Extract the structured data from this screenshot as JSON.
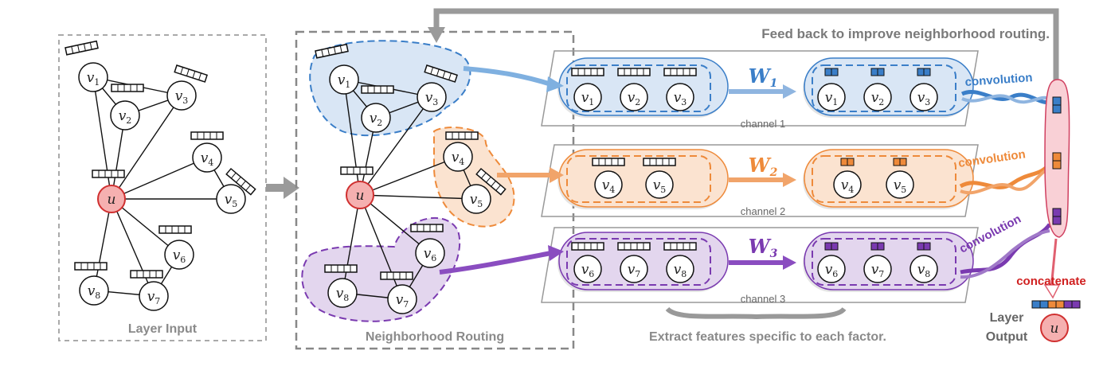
{
  "panels": {
    "layer_input": "Layer Input",
    "routing": "Neighborhood Routing",
    "extract": "Extract features specific to each factor.",
    "feedback": "Feed back to improve neighborhood routing."
  },
  "nodes": {
    "u": "u",
    "v1": "1",
    "v2": "2",
    "v3": "3",
    "v4": "4",
    "v5": "5",
    "v6": "6",
    "v7": "7",
    "v8": "8",
    "v_letter": "v"
  },
  "channels": [
    {
      "label": "channel 1",
      "weight": "W",
      "weight_sub": "1",
      "conv": "convolution",
      "color": "#3a7ec8",
      "fill": "#d9e6f5"
    },
    {
      "label": "channel 2",
      "weight": "W",
      "weight_sub": "2",
      "conv": "convolution",
      "color": "#ee8a3a",
      "fill": "#fbe3d0"
    },
    {
      "label": "channel 3",
      "weight": "W",
      "weight_sub": "3",
      "conv": "convolution",
      "color": "#7a3ab0",
      "fill": "#e3d6ee"
    }
  ],
  "output": {
    "concatenate": "concatenate",
    "layer": "Layer",
    "output": "Output",
    "node": "u"
  },
  "colors": {
    "u_fill": "#f5b0b0",
    "u_stroke": "#d03030",
    "gray": "#9a9a9a",
    "pink_bar": "#f9d0d6"
  }
}
